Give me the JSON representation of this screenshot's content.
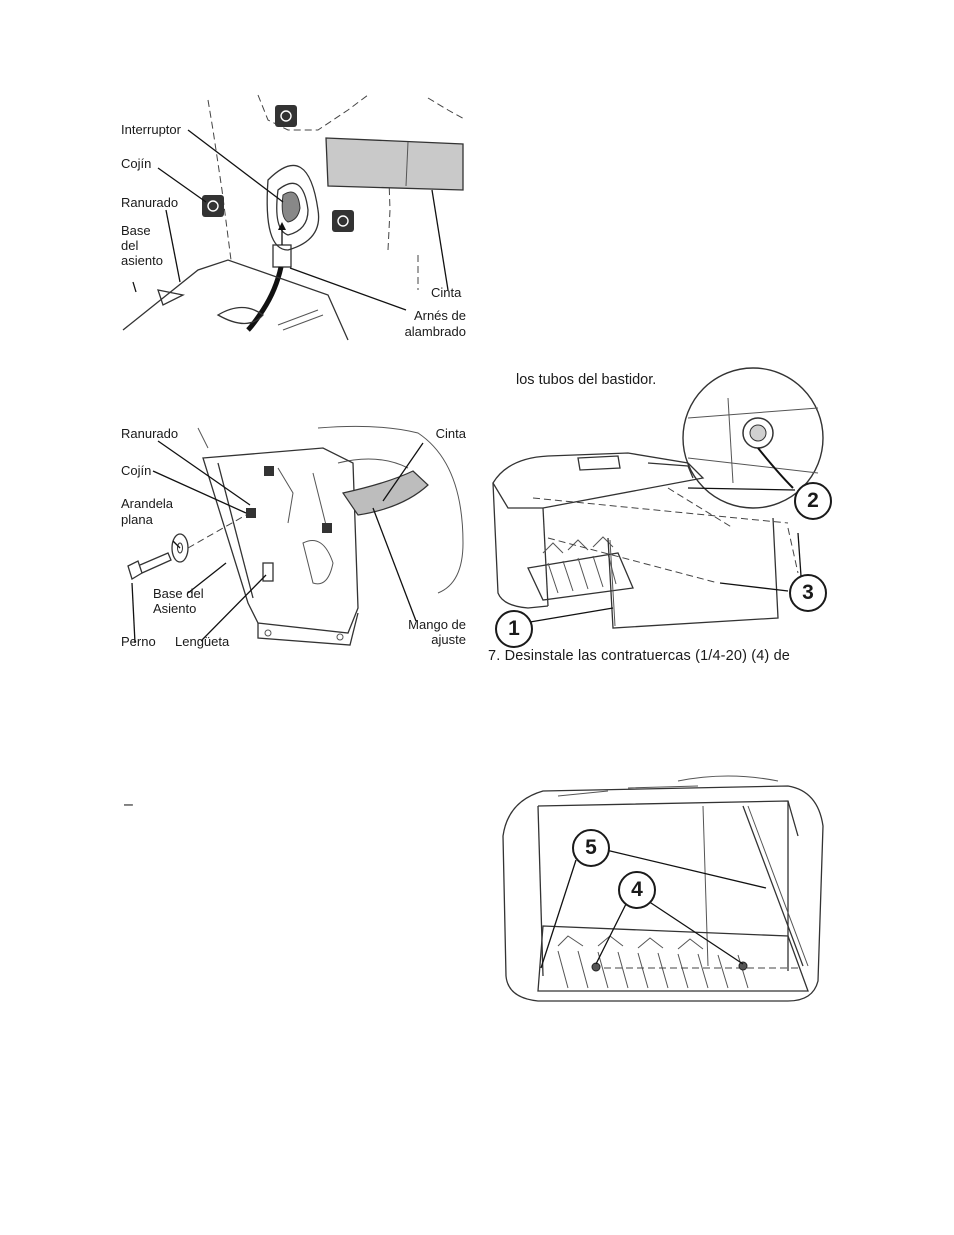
{
  "figure1": {
    "labels": {
      "switch": "Interruptor",
      "cushion": "Cojín",
      "slotted": "Ranurado",
      "seat_base_1": "Base",
      "seat_base_2": "del",
      "seat_base_3": "asiento",
      "strap": "Cinta",
      "harness_1": "Arnés de",
      "harness_2": "alambrado"
    }
  },
  "figure2": {
    "labels": {
      "slotted": "Ranurado",
      "strap": "Cinta",
      "cushion": "Cojín",
      "washer_1": "Arandela",
      "washer_2": "plana",
      "seat_base_1": "Base del",
      "seat_base_2": "Asiento",
      "bolt": "Perno",
      "tab": "Lengüeta",
      "handle_1": "Mango de",
      "handle_2": "ajuste"
    }
  },
  "text": {
    "frame_tubes": "los tubos del bastidor.",
    "step7": "7.   Desinstale las contratuercas (1/4-20) (4) de",
    "dash": "–"
  },
  "figure3": {
    "callouts": [
      "1",
      "2",
      "3"
    ]
  },
  "figure4": {
    "callouts": [
      "5",
      "4"
    ]
  }
}
